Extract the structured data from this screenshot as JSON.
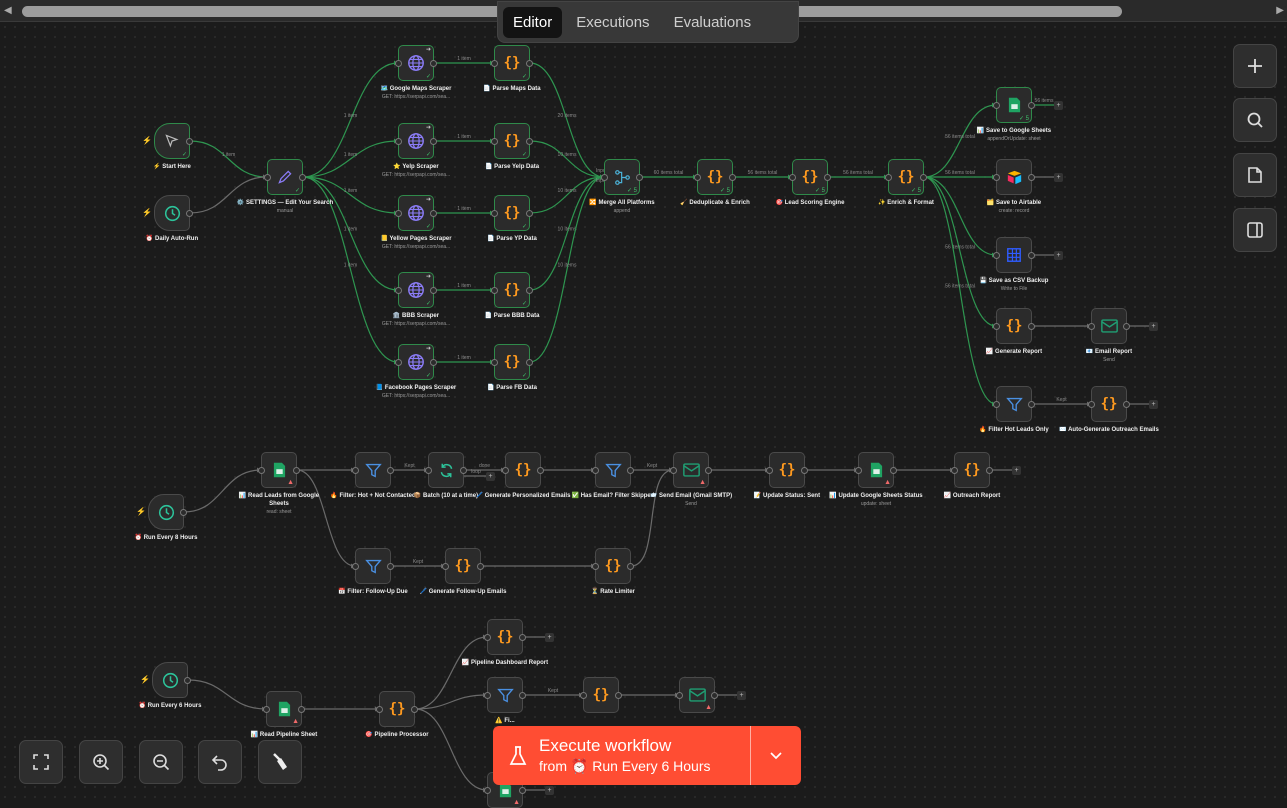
{
  "tabs": [
    {
      "label": "Editor",
      "active": true
    },
    {
      "label": "Executions"
    },
    {
      "label": "Evaluations"
    }
  ],
  "colors": {
    "accent": "#ff4d33",
    "success": "#2f8a4a",
    "code": "#ff9a1f",
    "globe": "#8b7cf6",
    "sheets": "#1fa463",
    "filter": "#4a90e2",
    "mail": "#1f9e73"
  },
  "nodes": [
    {
      "id": "start",
      "label": "⚡ Start Here",
      "icon": "cursor",
      "trigger": true,
      "ok": true
    },
    {
      "id": "daily",
      "label": "⏰ Daily Auto-Run",
      "icon": "clock",
      "trigger": true
    },
    {
      "id": "settings",
      "label": "⚙️ SETTINGS — Edit Your Search",
      "sub": "manual",
      "icon": "pencil",
      "ok": true
    },
    {
      "id": "gm",
      "label": "🗺️ Google Maps Scraper",
      "sub": "GET: https://serpapi.com/sea...",
      "icon": "globe",
      "ok": true,
      "arrow": true
    },
    {
      "id": "yelp",
      "label": "⭐ Yelp Scraper",
      "sub": "GET: https://serpapi.com/sea...",
      "icon": "globe",
      "ok": true,
      "arrow": true
    },
    {
      "id": "yp",
      "label": "📒 Yellow Pages Scraper",
      "sub": "GET: https://serpapi.com/sea...",
      "icon": "globe",
      "ok": true,
      "arrow": true
    },
    {
      "id": "bbb",
      "label": "🏛️ BBB Scraper",
      "sub": "GET: https://serpapi.com/sea...",
      "icon": "globe",
      "ok": true,
      "arrow": true
    },
    {
      "id": "fb",
      "label": "📘 Facebook Pages Scraper",
      "sub": "GET: https://serpapi.com/sea...",
      "icon": "globe",
      "ok": true,
      "arrow": true
    },
    {
      "id": "pgm",
      "label": "📄 Parse Maps Data",
      "icon": "code",
      "ok": true
    },
    {
      "id": "pyelp",
      "label": "📄 Parse Yelp Data",
      "icon": "code",
      "ok": true
    },
    {
      "id": "pyp",
      "label": "📄 Parse YP Data",
      "icon": "code",
      "ok": true
    },
    {
      "id": "pbbb",
      "label": "📄 Parse BBB Data",
      "icon": "code",
      "ok": true
    },
    {
      "id": "pfb",
      "label": "📄 Parse FB Data",
      "icon": "code",
      "ok": true
    },
    {
      "id": "merge",
      "label": "🔀 Merge All Platforms",
      "sub": "append",
      "icon": "merge",
      "ok": true,
      "count": "5"
    },
    {
      "id": "dedup",
      "label": "🧹 Deduplicate & Enrich",
      "icon": "code",
      "ok": true,
      "count": "5"
    },
    {
      "id": "score",
      "label": "🎯 Lead Scoring Engine",
      "icon": "code",
      "ok": true,
      "count": "5"
    },
    {
      "id": "enrich",
      "label": "✨ Enrich & Format",
      "icon": "code",
      "ok": true,
      "count": "5"
    },
    {
      "id": "gs",
      "label": "📊 Save to Google Sheets",
      "sub": "appendOrUpdate: sheet",
      "icon": "sheets",
      "ok": true,
      "count": "5"
    },
    {
      "id": "air",
      "label": "🗂️ Save to Airtable",
      "sub": "create: record",
      "icon": "airtable"
    },
    {
      "id": "csv",
      "label": "💾 Save as CSV Backup",
      "sub": "Write to File",
      "icon": "grid"
    },
    {
      "id": "rep",
      "label": "📈 Generate Report",
      "icon": "code"
    },
    {
      "id": "hot",
      "label": "🔥 Filter Hot Leads Only",
      "icon": "filter"
    },
    {
      "id": "email",
      "label": "📧 Email Report",
      "sub": "Send",
      "icon": "mail"
    },
    {
      "id": "auto",
      "label": "✉️ Auto-Generate Outreach Emails",
      "icon": "code"
    },
    {
      "id": "run8",
      "label": "⏰ Run Every 8 Hours",
      "icon": "clock",
      "trigger": true
    },
    {
      "id": "read",
      "label": "📊 Read Leads from Google Sheets",
      "sub": "read: sheet",
      "icon": "sheets",
      "warn": true
    },
    {
      "id": "fhot",
      "label": "🔥 Filter: Hot + Not Contacted",
      "icon": "filter"
    },
    {
      "id": "batch",
      "label": "📦 Batch (10 at a time)",
      "icon": "loop"
    },
    {
      "id": "genp",
      "label": "🖊️ Generate Personalized Emails",
      "icon": "code"
    },
    {
      "id": "hasemail",
      "label": "✅ Has Email? Filter Skipped",
      "icon": "filter"
    },
    {
      "id": "send",
      "label": "📨 Send Email (Gmail SMTP)",
      "sub": "Send",
      "icon": "mail",
      "warn": true
    },
    {
      "id": "upd",
      "label": "📝 Update Status: Sent",
      "icon": "code"
    },
    {
      "id": "updgs",
      "label": "📊 Update Google Sheets Status",
      "sub": "update: sheet",
      "icon": "sheets",
      "warn": true
    },
    {
      "id": "outrep",
      "label": "📈 Outreach Report",
      "icon": "code"
    },
    {
      "id": "ffu",
      "label": "📅 Filter: Follow-Up Due",
      "icon": "filter"
    },
    {
      "id": "genfu",
      "label": "🖊️ Generate Follow-Up Emails",
      "icon": "code"
    },
    {
      "id": "rate",
      "label": "⏳ Rate Limiter",
      "icon": "code"
    },
    {
      "id": "run6",
      "label": "⏰ Run Every 6 Hours",
      "icon": "clock",
      "trigger": true
    },
    {
      "id": "readp",
      "label": "📊 Read Pipeline Sheet",
      "icon": "sheets",
      "warn": true
    },
    {
      "id": "proc",
      "label": "🎯 Pipeline Processor",
      "icon": "code"
    },
    {
      "id": "dash",
      "label": "📈 Pipeline Dashboard Report",
      "icon": "code"
    },
    {
      "id": "filt3",
      "label": "⚠️ Fi...",
      "icon": "filter"
    },
    {
      "id": "code3",
      "label": "",
      "icon": "code"
    },
    {
      "id": "mail3",
      "label": "",
      "icon": "mail",
      "warn": true
    },
    {
      "id": "gs3",
      "label": "",
      "icon": "sheets",
      "warn": true
    }
  ],
  "edges": [
    [
      "start",
      "settings",
      "1 item",
      1
    ],
    [
      "daily",
      "settings",
      "",
      0
    ],
    [
      "settings",
      "gm",
      "1 item",
      1
    ],
    [
      "settings",
      "yelp",
      "1 item",
      1
    ],
    [
      "settings",
      "yp",
      "1 item",
      1
    ],
    [
      "settings",
      "bbb",
      "1 item",
      1
    ],
    [
      "settings",
      "fb",
      "1 item",
      1
    ],
    [
      "gm",
      "pgm",
      "1 item",
      1
    ],
    [
      "yelp",
      "pyelp",
      "1 item",
      1
    ],
    [
      "yp",
      "pyp",
      "1 item",
      1
    ],
    [
      "bbb",
      "pbbb",
      "1 item",
      1
    ],
    [
      "fb",
      "pfb",
      "1 item",
      1
    ],
    [
      "pgm",
      "merge",
      "20 items",
      1
    ],
    [
      "pyelp",
      "merge",
      "10 items",
      1
    ],
    [
      "pyp",
      "merge",
      "10 items",
      1
    ],
    [
      "pbbb",
      "merge",
      "10 items",
      1
    ],
    [
      "pfb",
      "merge",
      "10 items",
      1
    ],
    [
      "merge",
      "dedup",
      "60 items total",
      1
    ],
    [
      "dedup",
      "score",
      "56 items total",
      1
    ],
    [
      "score",
      "enrich",
      "56 items total",
      1
    ],
    [
      "enrich",
      "gs",
      "56 items total",
      1
    ],
    [
      "enrich",
      "air",
      "56 items total",
      1
    ],
    [
      "enrich",
      "csv",
      "",
      1
    ],
    [
      "enrich",
      "rep",
      "56 items total",
      1
    ],
    [
      "enrich",
      "hot",
      "56 items total",
      1
    ],
    [
      "rep",
      "email",
      "",
      0
    ],
    [
      "hot",
      "auto",
      "Kept",
      0
    ],
    [
      "run8",
      "read",
      "",
      0
    ],
    [
      "read",
      "fhot",
      "",
      0
    ],
    [
      "read",
      "ffu",
      "",
      0
    ],
    [
      "fhot",
      "batch",
      "Kept",
      0
    ],
    [
      "batch",
      "genp",
      "done",
      0
    ],
    [
      "genp",
      "hasemail",
      "",
      0
    ],
    [
      "hasemail",
      "send",
      "Kept",
      0
    ],
    [
      "send",
      "upd",
      "",
      0
    ],
    [
      "upd",
      "updgs",
      "",
      0
    ],
    [
      "updgs",
      "outrep",
      "",
      0
    ],
    [
      "ffu",
      "genfu",
      "Kept",
      0
    ],
    [
      "genfu",
      "rate",
      "",
      0
    ],
    [
      "rate",
      "send",
      "",
      0
    ],
    [
      "run6",
      "readp",
      "",
      0
    ],
    [
      "readp",
      "proc",
      "",
      0
    ],
    [
      "proc",
      "dash",
      "",
      0
    ],
    [
      "proc",
      "filt3",
      "",
      0
    ],
    [
      "proc",
      "gs3",
      "",
      0
    ],
    [
      "filt3",
      "code3",
      "Kept",
      0
    ],
    [
      "code3",
      "mail3",
      "",
      0
    ]
  ],
  "tails": [
    [
      "gs",
      "56 items"
    ],
    [
      "air",
      ""
    ],
    [
      "csv",
      ""
    ],
    [
      "email",
      ""
    ],
    [
      "auto",
      ""
    ],
    [
      "outrep",
      ""
    ],
    [
      "dash",
      ""
    ],
    [
      "mail3",
      ""
    ],
    [
      "gs3",
      ""
    ],
    [
      "batch",
      "loop"
    ]
  ],
  "merge_inputs": [
    "Input 1",
    "Input 2"
  ],
  "side_controls": [
    {
      "id": "add",
      "icon": "plus-icon"
    },
    {
      "id": "search",
      "icon": "search-icon"
    },
    {
      "id": "sticky",
      "icon": "sticky-note-icon"
    },
    {
      "id": "panel",
      "icon": "panel-icon"
    }
  ],
  "bottom_controls": [
    {
      "id": "fit-view",
      "icon": "fit-view-icon"
    },
    {
      "id": "zoom-in",
      "icon": "zoom-in-icon"
    },
    {
      "id": "zoom-out",
      "icon": "zoom-out-icon"
    },
    {
      "id": "undo",
      "icon": "undo-icon"
    },
    {
      "id": "tidy",
      "icon": "broom-icon"
    }
  ],
  "execute": {
    "title": "Execute workflow",
    "from": "from",
    "trigger": "⏰ Run Every 6 Hours"
  }
}
